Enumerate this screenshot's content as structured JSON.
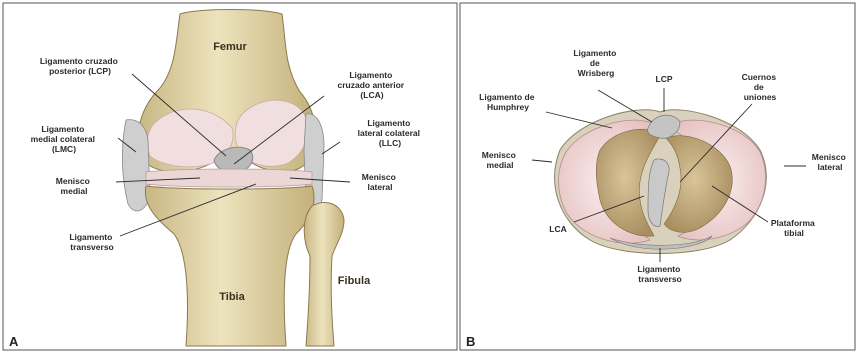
{
  "panels": {
    "a": {
      "letter": "A"
    },
    "b": {
      "letter": "B"
    }
  },
  "bones": {
    "femur": "Femur",
    "tibia": "Tibia",
    "fibula": "Fibula"
  },
  "labels_a": {
    "lcp": [
      "Ligamento cruzado",
      "posterior (LCP)"
    ],
    "lca": [
      "Ligamento",
      "cruzado anterior",
      "(LCA)"
    ],
    "lmc": [
      "Ligamento",
      "medial colateral",
      "(LMC)"
    ],
    "llc": [
      "Ligamento",
      "lateral colateral",
      "(LLC)"
    ],
    "menisco_medial": [
      "Menisco",
      "medial"
    ],
    "menisco_lateral": [
      "Menisco",
      "lateral"
    ],
    "lig_transverso": [
      "Ligamento",
      "transverso"
    ]
  },
  "labels_b": {
    "wrisberg": [
      "Ligamento",
      "de",
      "Wrisberg"
    ],
    "lcp": [
      "LCP"
    ],
    "cuernos": [
      "Cuernos",
      "de",
      "uniones"
    ],
    "humphrey": [
      "Ligamento de",
      "Humphrey"
    ],
    "menisco_medial": [
      "Menisco",
      "medial"
    ],
    "menisco_lateral": [
      "Menisco",
      "lateral"
    ],
    "lca": [
      "LCA"
    ],
    "plataforma": [
      "Plataforma",
      "tibial"
    ],
    "lig_transverso": [
      "Ligamento",
      "transverso"
    ]
  },
  "colors": {
    "bone": "#e3d6a8",
    "bone_shadow": "#b9a874",
    "cartilage": "#f2dede",
    "cartilage_edge": "#d9b5b5",
    "ligament": "#c8c8c8",
    "meniscus_pink": "#f3d8d8",
    "plateau": "#c9b48a",
    "frame": "#555555"
  }
}
